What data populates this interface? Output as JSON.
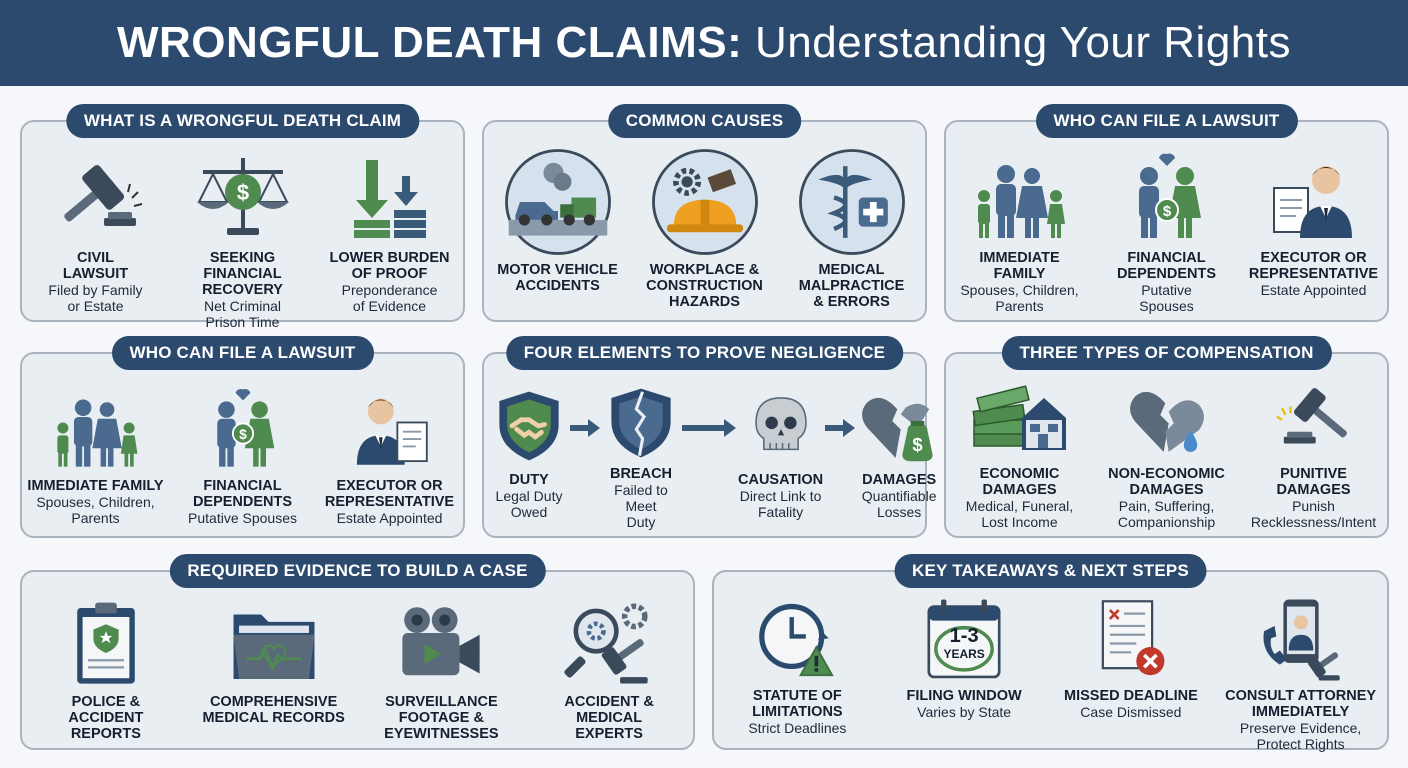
{
  "header": {
    "title_bold": "WRONGFUL DEATH CLAIMS:",
    "title_rest": " Understanding Your Rights"
  },
  "panels": {
    "what": {
      "title": "WHAT IS A WRONGFUL DEATH CLAIM",
      "items": [
        {
          "label": "CIVIL\nLAWSUIT",
          "sub": "Filed by Family\nor Estate",
          "icon": "gavel-icon"
        },
        {
          "label": "SEEKING FINANCIAL\nRECOVERY",
          "sub": "Net Criminal\nPrison Time",
          "icon": "scales-money-icon"
        },
        {
          "label": "LOWER BURDEN\nOF PROOF",
          "sub": "Preponderance\nof Evidence",
          "icon": "balance-arrows-icon"
        }
      ]
    },
    "causes": {
      "title": "COMMON CAUSES",
      "items": [
        {
          "label": "MOTOR VEHICLE\nACCIDENTS",
          "sub": "",
          "icon": "car-crash-icon"
        },
        {
          "label": "WORKPLACE &\nCONSTRUCTION\nHAZARDS",
          "sub": "",
          "icon": "hardhat-icon"
        },
        {
          "label": "MEDICAL\nMALPRACTICE\n& ERRORS",
          "sub": "",
          "icon": "caduceus-icon"
        }
      ]
    },
    "who1": {
      "title": "WHO CAN FILE A LAWSUIT",
      "items": [
        {
          "label": "IMMEDIATE\nFAMILY",
          "sub": "Spouses, Children,\nParents",
          "icon": "family-icon"
        },
        {
          "label": "FINANCIAL\nDEPENDENTS",
          "sub": "Putative\nSpouses",
          "icon": "dependents-icon"
        },
        {
          "label": "EXECUTOR OR\nREPRESENTATIVE",
          "sub": "Estate Appointed",
          "icon": "executor-icon"
        }
      ]
    },
    "who2": {
      "title": "WHO CAN FILE A LAWSUIT",
      "items": [
        {
          "label": "IMMEDIATE FAMILY",
          "sub": "Spouses, Children,\nParents",
          "icon": "family-icon"
        },
        {
          "label": "FINANCIAL\nDEPENDENTS",
          "sub": "Putative Spouses",
          "icon": "dependents-icon"
        },
        {
          "label": "EXECUTOR OR\nREPRESENTATIVE",
          "sub": "Estate Appointed",
          "icon": "executor-icon"
        }
      ]
    },
    "elements": {
      "title": "FOUR ELEMENTS TO PROVE NEGLIGENCE",
      "items": [
        {
          "label": "DUTY",
          "sub": "Legal Duty\nOwed",
          "icon": "handshake-shield-icon"
        },
        {
          "label": "BREACH",
          "sub": "Failed to Meet\nDuty",
          "icon": "broken-shield-icon"
        },
        {
          "label": "CAUSATION",
          "sub": "Direct Link to\nFatality",
          "icon": "skull-icon"
        },
        {
          "label": "DAMAGES",
          "sub": "Quantifiable\nLosses",
          "icon": "broken-heart-money-icon"
        }
      ]
    },
    "compensation": {
      "title": "THREE TYPES OF COMPENSATION",
      "items": [
        {
          "label": "ECONOMIC\nDAMAGES",
          "sub": "Medical, Funeral,\nLost Income",
          "icon": "money-house-icon"
        },
        {
          "label": "NON-ECONOMIC\nDAMAGES",
          "sub": "Pain, Suffering,\nCompanionship",
          "icon": "broken-heart-tear-icon"
        },
        {
          "label": "PUNITIVE\nDAMAGES",
          "sub": "Punish\nRecklessness/Intent",
          "icon": "gavel-strike-icon"
        }
      ]
    },
    "evidence": {
      "title": "REQUIRED EVIDENCE TO BUILD A CASE",
      "items": [
        {
          "label": "POLICE &\nACCIDENT\nREPORTS",
          "sub": "",
          "icon": "police-report-icon"
        },
        {
          "label": "COMPREHENSIVE\nMEDICAL RECORDS",
          "sub": "",
          "icon": "medical-folder-icon"
        },
        {
          "label": "SURVEILLANCE\nFOOTAGE &\nEYEWITNESSES",
          "sub": "",
          "icon": "video-camera-icon"
        },
        {
          "label": "ACCIDENT &\nMEDICAL\nEXPERTS",
          "sub": "",
          "icon": "expert-magnifier-icon"
        }
      ]
    },
    "takeaways": {
      "title": "KEY TAKEAWAYS & NEXT STEPS",
      "items": [
        {
          "label": "STATUTE OF\nLIMITATIONS",
          "sub": "Strict Deadlines",
          "icon": "clock-warning-icon"
        },
        {
          "label": "FILING WINDOW",
          "sub": "Varies by State",
          "icon": "calendar-icon",
          "badge_top": "1-3",
          "badge_bottom": "YEARS"
        },
        {
          "label": "MISSED DEADLINE",
          "sub": "Case Dismissed",
          "icon": "document-x-icon"
        },
        {
          "label": "CONSULT ATTORNEY\nIMMEDIATELY",
          "sub": "Preserve Evidence,\nProtect Rights",
          "icon": "phone-attorney-icon"
        }
      ]
    }
  },
  "colors": {
    "navy": "#2c4a6e",
    "green": "#4f8a4f",
    "blue": "#4a6a8f",
    "red": "#c0392b",
    "panel": "#e9eef3",
    "border": "#a9b4bf"
  }
}
